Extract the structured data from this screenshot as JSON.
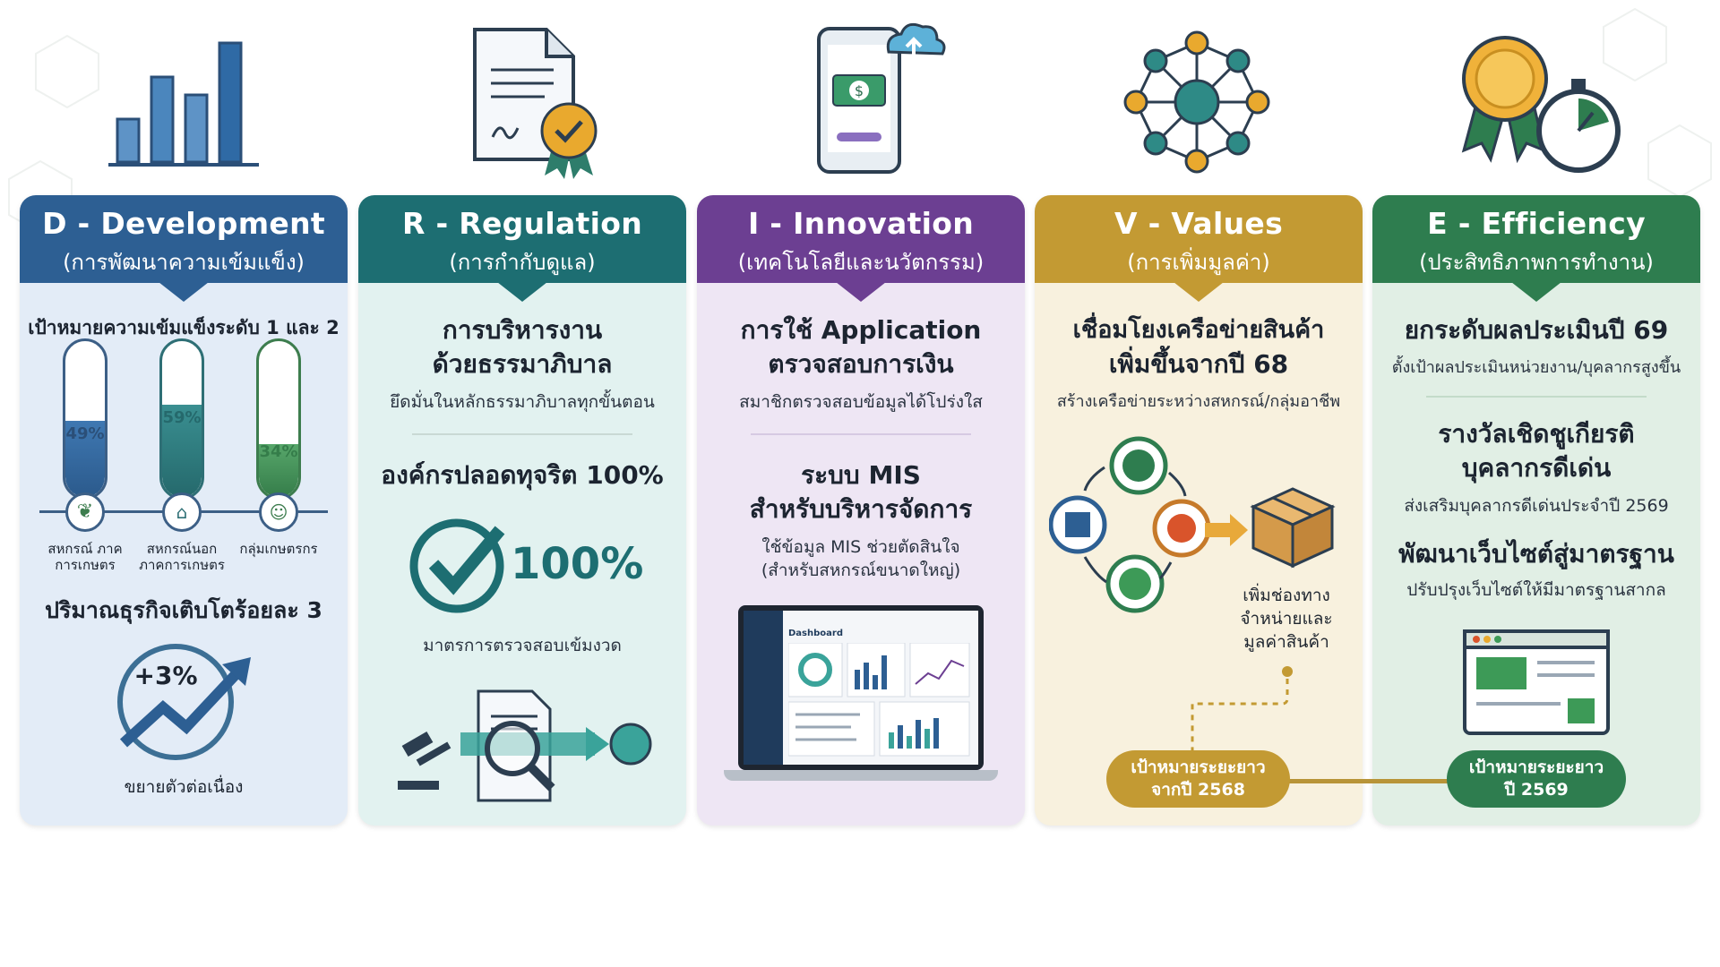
{
  "colors": {
    "development": "#2d5f93",
    "regulation": "#1d6e72",
    "innovation": "#6c3f92",
    "values": "#c39a33",
    "efficiency": "#2e7d4f"
  },
  "icons": [
    "bar-chart-icon",
    "certified-document-icon",
    "mobile-payment-icon",
    "network-icon",
    "award-stopwatch-icon"
  ],
  "cards": {
    "development": {
      "title": "D - Development",
      "subtitle": "(การพัฒนาความเข้มแข็ง)",
      "goal": "เป้าหมายความเข้มแข็งระดับ 1 และ 2",
      "bars": [
        {
          "value": 49,
          "label": "49%",
          "group": "สหกรณ์ ภาคการเกษตร"
        },
        {
          "value": 59,
          "label": "59%",
          "group": "สหกรณ์นอก ภาคการเกษตร"
        },
        {
          "value": 34,
          "label": "34%",
          "group": "กลุ่มเกษตรกร"
        }
      ],
      "growth_title": "ปริมาณธุรกิจเติบโตร้อยละ 3",
      "growth_value": "+3%",
      "growth_caption": "ขยายตัวต่อเนื่อง"
    },
    "regulation": {
      "title": "R - Regulation",
      "subtitle": "(การกำกับดูแล)",
      "heading_1": "การบริหารงาน",
      "heading_2": "ด้วยธรรมาภิบาล",
      "sub_1": "ยึดมั่นในหลักธรรมาภิบาลทุกขั้นตอน",
      "heading_3": "องค์กรปลอดทุจริต 100%",
      "big_percent": "100%",
      "caption": "มาตรการตรวจสอบเข้มงวด"
    },
    "innovation": {
      "title": "I - Innovation",
      "subtitle": "(เทคโนโลยีและนวัตกรรม)",
      "heading_1": "การใช้ Application",
      "heading_2": "ตรวจสอบการเงิน",
      "sub_1": "สมาชิกตรวจสอบข้อมูลได้โปร่งใส",
      "heading_3": "ระบบ MIS",
      "heading_4": "สำหรับบริหารจัดการ",
      "sub_2": "ใช้ข้อมูล MIS ช่วยตัดสินใจ",
      "sub_3": "(สำหรับสหกรณ์ขนาดใหญ่)",
      "screen_title": "Dashboard"
    },
    "values": {
      "title": "V - Values",
      "subtitle": "(การเพิ่มมูลค่า)",
      "heading_1": "เชื่อมโยงเครือข่ายสินค้า",
      "heading_2": "เพิ่มขึ้นจากปี 68",
      "sub_1": "สร้างเครือข่ายระหว่างสหกรณ์/กลุ่มอาชีพ",
      "channel_1": "เพิ่มช่องทาง",
      "channel_2": "จำหน่ายและ",
      "channel_3": "มูลค่าสินค้า",
      "badge_1": "เป้าหมายระยะยาว",
      "badge_2": "จากปี 2568"
    },
    "efficiency": {
      "title": "E - Efficiency",
      "subtitle": "(ประสิทธิภาพการทำงาน)",
      "heading_1": "ยกระดับผลประเมินปี 69",
      "sub_1": "ตั้งเป้าผลประเมินหน่วยงาน/บุคลากรสูงขึ้น",
      "heading_2": "รางวัลเชิดชูเกียรติ",
      "heading_3": "บุคลากรดีเด่น",
      "sub_2": "ส่งเสริมบุคลากรดีเด่นประจำปี 2569",
      "heading_4": "พัฒนาเว็บไซต์สู่มาตรฐาน",
      "sub_3": "ปรับปรุงเว็บไซต์ให้มีมาตรฐานสากล",
      "badge_1": "เป้าหมายระยะยาว",
      "badge_2": "ปี 2569"
    }
  }
}
